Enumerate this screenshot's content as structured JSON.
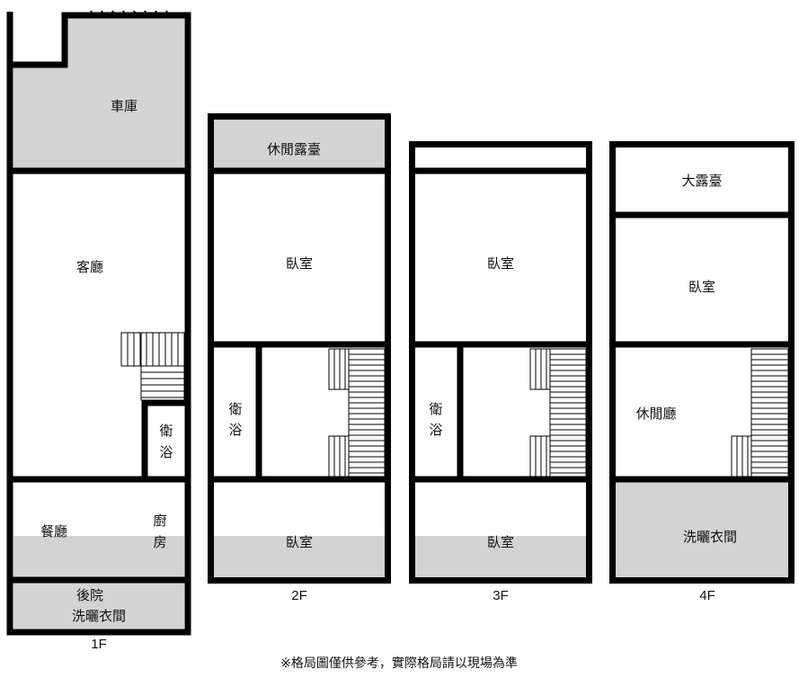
{
  "colors": {
    "wall": "#000000",
    "shade": "#d3d3d3",
    "text": "#111111"
  },
  "floors": {
    "f1": {
      "label": "1F",
      "rooms": {
        "garage": "車庫",
        "living": "客廳",
        "bath_a": "衛",
        "bath_b": "浴",
        "dining": "餐廳",
        "kitchen_a": "廚",
        "kitchen_b": "房",
        "backyard": "後院",
        "laundry": "洗曬衣間"
      }
    },
    "f2": {
      "label": "2F",
      "rooms": {
        "terrace": "休閒露臺",
        "bedroom_front": "臥室",
        "bath_a": "衛",
        "bath_b": "浴",
        "bedroom_back": "臥室"
      }
    },
    "f3": {
      "label": "3F",
      "rooms": {
        "bedroom_front": "臥室",
        "bath_a": "衛",
        "bath_b": "浴",
        "bedroom_back": "臥室"
      }
    },
    "f4": {
      "label": "4F",
      "rooms": {
        "terrace": "大露臺",
        "bedroom": "臥室",
        "lounge": "休閒廳",
        "laundry": "洗曬衣間"
      }
    }
  },
  "footer_note": "※格局圖僅供參考，實際格局請以現場為準"
}
